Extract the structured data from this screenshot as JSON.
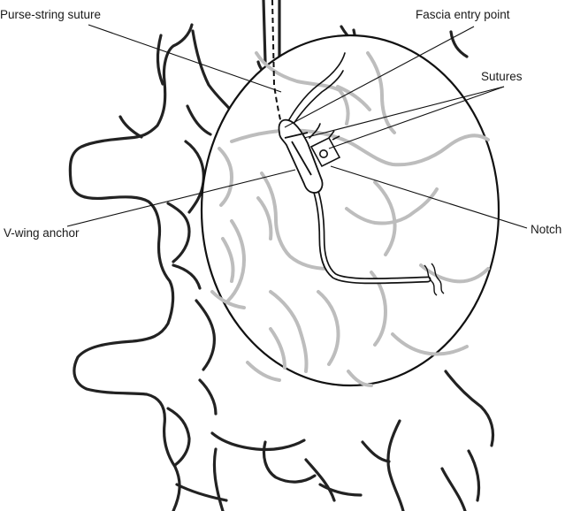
{
  "labels": {
    "purse_string_suture": "Purse-string suture",
    "fascia_entry_point": "Fascia entry point",
    "sutures": "Sutures",
    "notch": "Notch",
    "v_wing_anchor": "V-wing anchor"
  }
}
